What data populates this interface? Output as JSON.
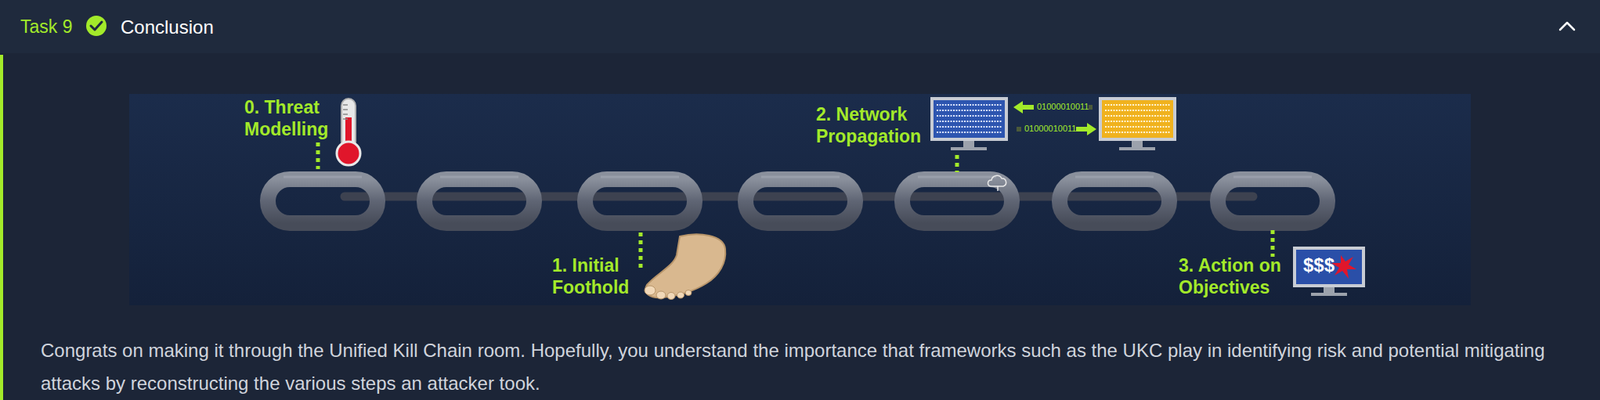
{
  "diagram": {
    "title": "Conclusion",
    "labels": [
      "Task 9",
      "0. Threat Modelling",
      "2. Network Propagation",
      "01000010011",
      "01000010011",
      "1. Initial Foothold",
      "3. Action on Objectives",
      "$$$",
      "Congrats on making it through the Unified Kill Chain room. Hopefully, you understand the importance that frameworks such as the UKC play in identifying risk and potential mitigating attacks by reconstructing the various steps an attacker took."
    ]
  }
}
